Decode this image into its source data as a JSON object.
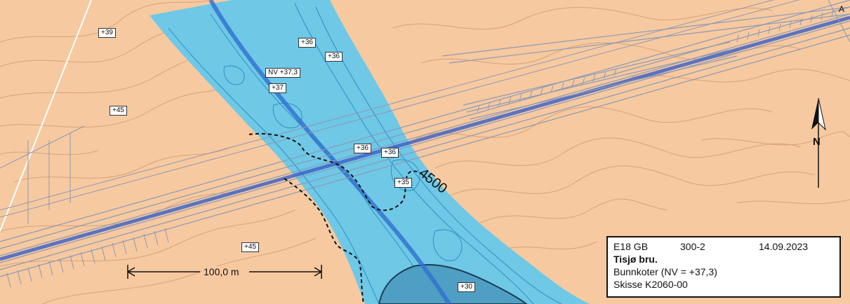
{
  "map": {
    "colors": {
      "land": "#f6c9a0",
      "water": "#6ec8e6",
      "contour_land": "#d9a27a",
      "contour_water": "#2d8fc4",
      "road": "#8c9ab5",
      "road_center": "#3f64c8",
      "river_center": "#2f6fd0",
      "boundary_dash": "#111111"
    },
    "elevation_labels": [
      {
        "text": "+39"
      },
      {
        "text": "+36"
      },
      {
        "text": "+36"
      },
      {
        "text": "NV +37,3"
      },
      {
        "text": "+37"
      },
      {
        "text": "+45"
      },
      {
        "text": "+36"
      },
      {
        "text": "+36"
      },
      {
        "text": "+35"
      },
      {
        "text": "+45"
      },
      {
        "text": "+30"
      }
    ],
    "chainage_label": "4500",
    "scale_bar": {
      "label": "100,0 m"
    },
    "north_arrow": {
      "label": "N"
    },
    "edge_label": "A",
    "title_block": {
      "project": "E18 GB",
      "number": "300-2",
      "date": "14.09.2023",
      "title": "Tisjø bru.",
      "line1": "Bunnkoter (NV = +37,3)",
      "line2": "Skisse K2060-00"
    }
  }
}
